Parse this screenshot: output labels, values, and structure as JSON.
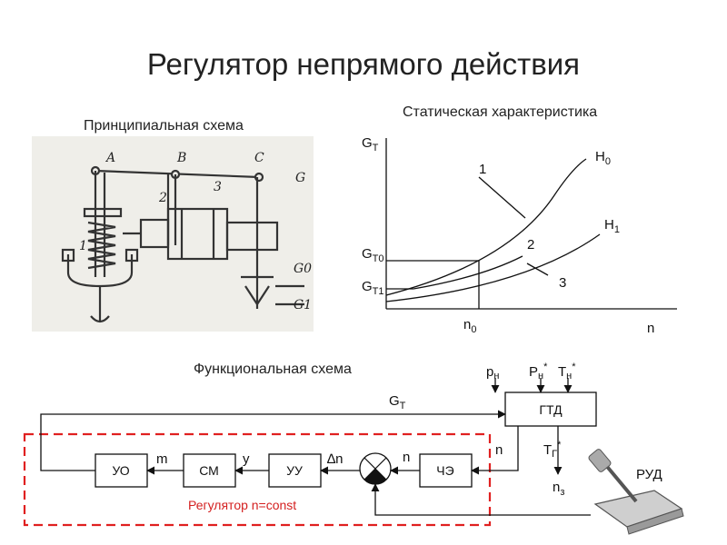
{
  "title": "Регулятор непрямого действия",
  "sections": {
    "schematic": "Принципиальная схема",
    "static": "Статическая характеристика",
    "functional": "Функциональная схема"
  },
  "schematic_labels": {
    "A": "A",
    "B": "B",
    "C": "C",
    "G": "G",
    "G0": "G0",
    "G1": "G1",
    "n1": "1",
    "n2": "2",
    "n3": "3"
  },
  "static_chart": {
    "y_axis": "G",
    "y_sub": "T",
    "x_axis": "n",
    "y_ticks": [
      {
        "main": "G",
        "sub": "T0"
      },
      {
        "main": "G",
        "sub": "T1"
      }
    ],
    "x_tick": {
      "main": "n",
      "sub": "0"
    },
    "curves": [
      {
        "main": "H",
        "sub": "0"
      },
      {
        "main": "H",
        "sub": "1"
      }
    ],
    "points": [
      "1",
      "2",
      "3"
    ]
  },
  "functional": {
    "inputs": [
      {
        "main": "p",
        "sub": "н",
        "sup": ""
      },
      {
        "main": "P",
        "sub": "н",
        "sup": "*"
      },
      {
        "main": "T",
        "sub": "н",
        "sup": "*"
      }
    ],
    "blocks": {
      "gtd": "ГТД",
      "uo": "УО",
      "sm": "СМ",
      "uu": "УУ",
      "che": "ЧЭ"
    },
    "signals": {
      "gt_main": "G",
      "gt_sub": "T",
      "m": "m",
      "y": "y",
      "dn": "∆n",
      "n": "n",
      "tg_main": "T",
      "tg_sub": "Г",
      "tg_sup": "*",
      "nz_main": "n",
      "nz_sub": "з",
      "rud": "РУД"
    },
    "regulator_label": "Регулятор n=const"
  }
}
